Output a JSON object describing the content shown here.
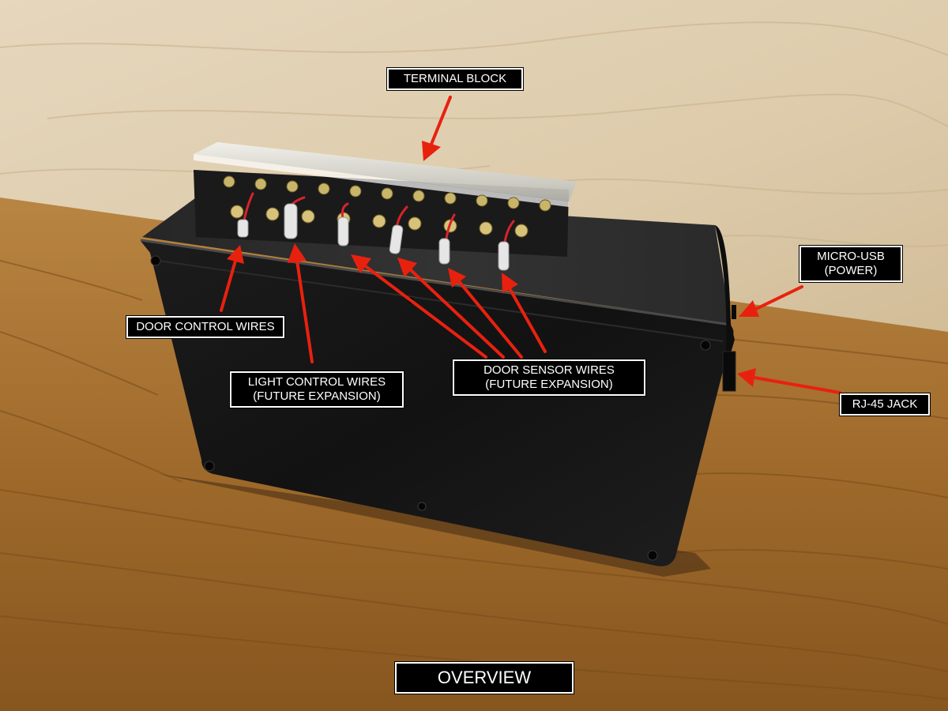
{
  "callouts": {
    "terminal_block": {
      "lines": [
        "TERMINAL BLOCK"
      ]
    },
    "micro_usb": {
      "lines": [
        "MICRO-USB",
        "(POWER)"
      ]
    },
    "door_control": {
      "lines": [
        "DOOR CONTROL WIRES"
      ]
    },
    "light_control": {
      "lines": [
        "LIGHT CONTROL WIRES",
        "(FUTURE EXPANSION)"
      ]
    },
    "door_sensor": {
      "lines": [
        "DOOR SENSOR WIRES",
        "(FUTURE EXPANSION)"
      ]
    },
    "rj45": {
      "lines": [
        "RJ-45 JACK"
      ]
    }
  },
  "title": "OVERVIEW",
  "colors": {
    "arrow": "#e8210f",
    "label_bg": "#000000",
    "label_text": "#ffffff",
    "enclosure": "#141414",
    "wall": "#e2d2b6",
    "table": "#a8742f"
  }
}
